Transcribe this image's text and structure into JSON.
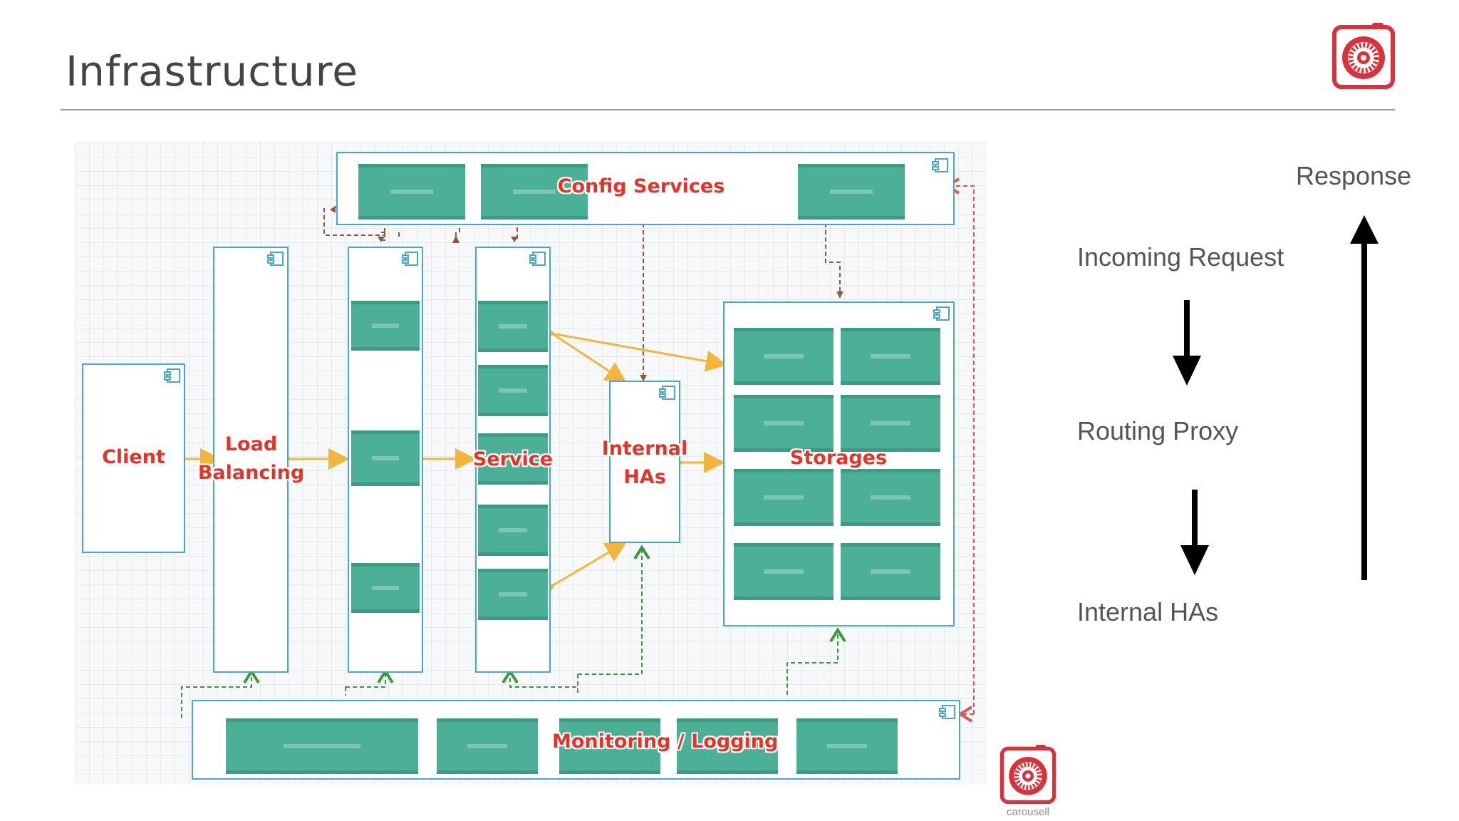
{
  "slide": {
    "title": "Infrastructure",
    "logo_brand": "carousell"
  },
  "diagram": {
    "config_services": "Config Services",
    "client": "Client",
    "load_balancing": "Load\nBalancing",
    "service": "Service",
    "internal_has": "Internal\nHAs",
    "storages": "Storages",
    "monitoring_logging": "Monitoring / Logging"
  },
  "flow": {
    "incoming_request": "Incoming Request",
    "routing_proxy": "Routing Proxy",
    "internal_has": "Internal HAs",
    "response": "Response"
  },
  "colors": {
    "accent_red": "#e23428",
    "box_border": "#4aa6cf",
    "tile_green": "#4caf97",
    "arrow_yellow": "#f2b63c",
    "arrow_brown": "#8a5a3c",
    "arrow_green": "#3a9a3a",
    "arrow_red_dashed": "#e05555"
  }
}
